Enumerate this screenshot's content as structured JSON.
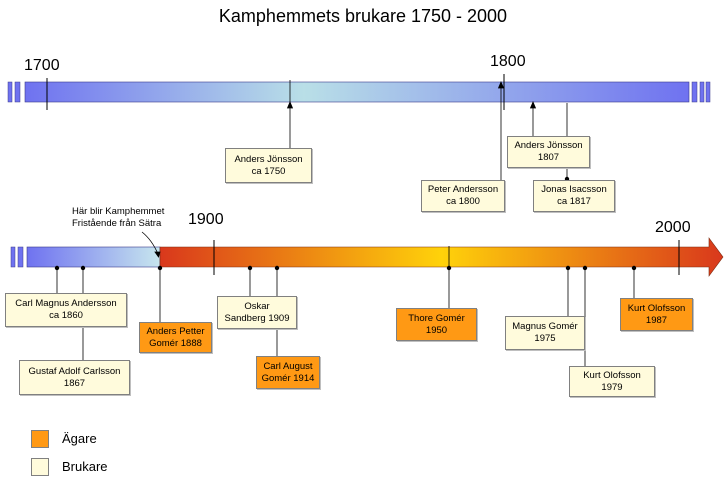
{
  "title": "Kamphemmets brukare 1750 - 2000",
  "timeline1": {
    "start_label": "1700",
    "mid_label": "1800"
  },
  "timeline2": {
    "start_label": "1900",
    "end_label": "2000"
  },
  "note": "Här blir Kamphemmet\nFristående från Sätra",
  "boxes": [
    {
      "text": "Anders Jönsson\nca 1750",
      "role": "brukare"
    },
    {
      "text": "Peter Andersson\nca 1800",
      "role": "brukare"
    },
    {
      "text": "Anders Jönsson\n1807",
      "role": "brukare"
    },
    {
      "text": "Jonas Isacsson\nca 1817",
      "role": "brukare"
    },
    {
      "text": "Carl Magnus Andersson\nca 1860",
      "role": "brukare"
    },
    {
      "text": "Gustaf Adolf Carlsson\n1867",
      "role": "brukare"
    },
    {
      "text": "Anders Petter\nGomér 1888",
      "role": "agare"
    },
    {
      "text": "Oskar\nSandberg 1909",
      "role": "brukare"
    },
    {
      "text": "Carl August\nGomér 1914",
      "role": "agare"
    },
    {
      "text": "Thore Gomér\n1950",
      "role": "agare"
    },
    {
      "text": "Magnus Gomér\n1975",
      "role": "brukare"
    },
    {
      "text": "Kurt Olofsson\n1979",
      "role": "brukare"
    },
    {
      "text": "Kurt Olofsson\n1987",
      "role": "agare"
    }
  ],
  "legend": [
    {
      "label": "Ägare",
      "color": "#ff9914"
    },
    {
      "label": "Brukare",
      "color": "#fffbdc"
    }
  ],
  "colors": {
    "agare": "#ff9914",
    "brukare": "#fffbdc"
  }
}
